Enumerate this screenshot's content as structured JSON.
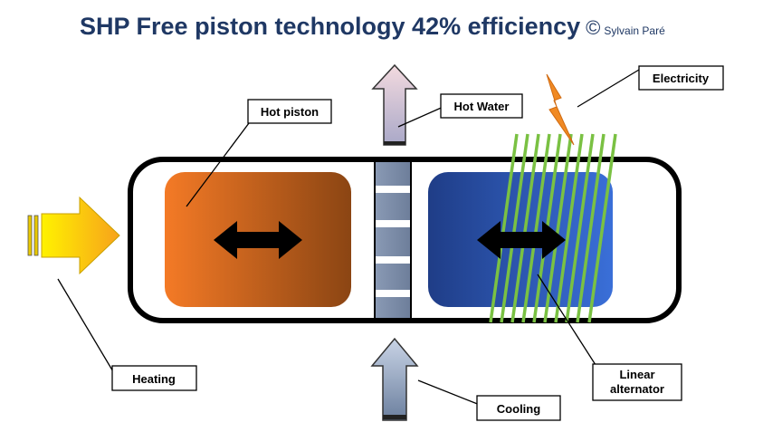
{
  "title": {
    "text": "SHP Free piston technology 42% efficiency",
    "copyright": "©",
    "author": "Sylvain Paré"
  },
  "labels": {
    "hot_piston": "Hot piston",
    "hot_water": "Hot Water",
    "electricity": "Electricity",
    "heating": "Heating",
    "cooling": "Cooling",
    "linear_alternator_line1": "Linear",
    "linear_alternator_line2": "alternator"
  },
  "colors": {
    "title": "#1f3864",
    "hot_piston_start": "#f47a26",
    "hot_piston_end": "#8b4513",
    "cold_piston_start": "#1f3d87",
    "cold_piston_end": "#3a6fd8",
    "coil": "#7ac143",
    "heating_arrow": "#ffd400",
    "lightning": "#f08a24",
    "regenerator": "#7b8ca8"
  }
}
